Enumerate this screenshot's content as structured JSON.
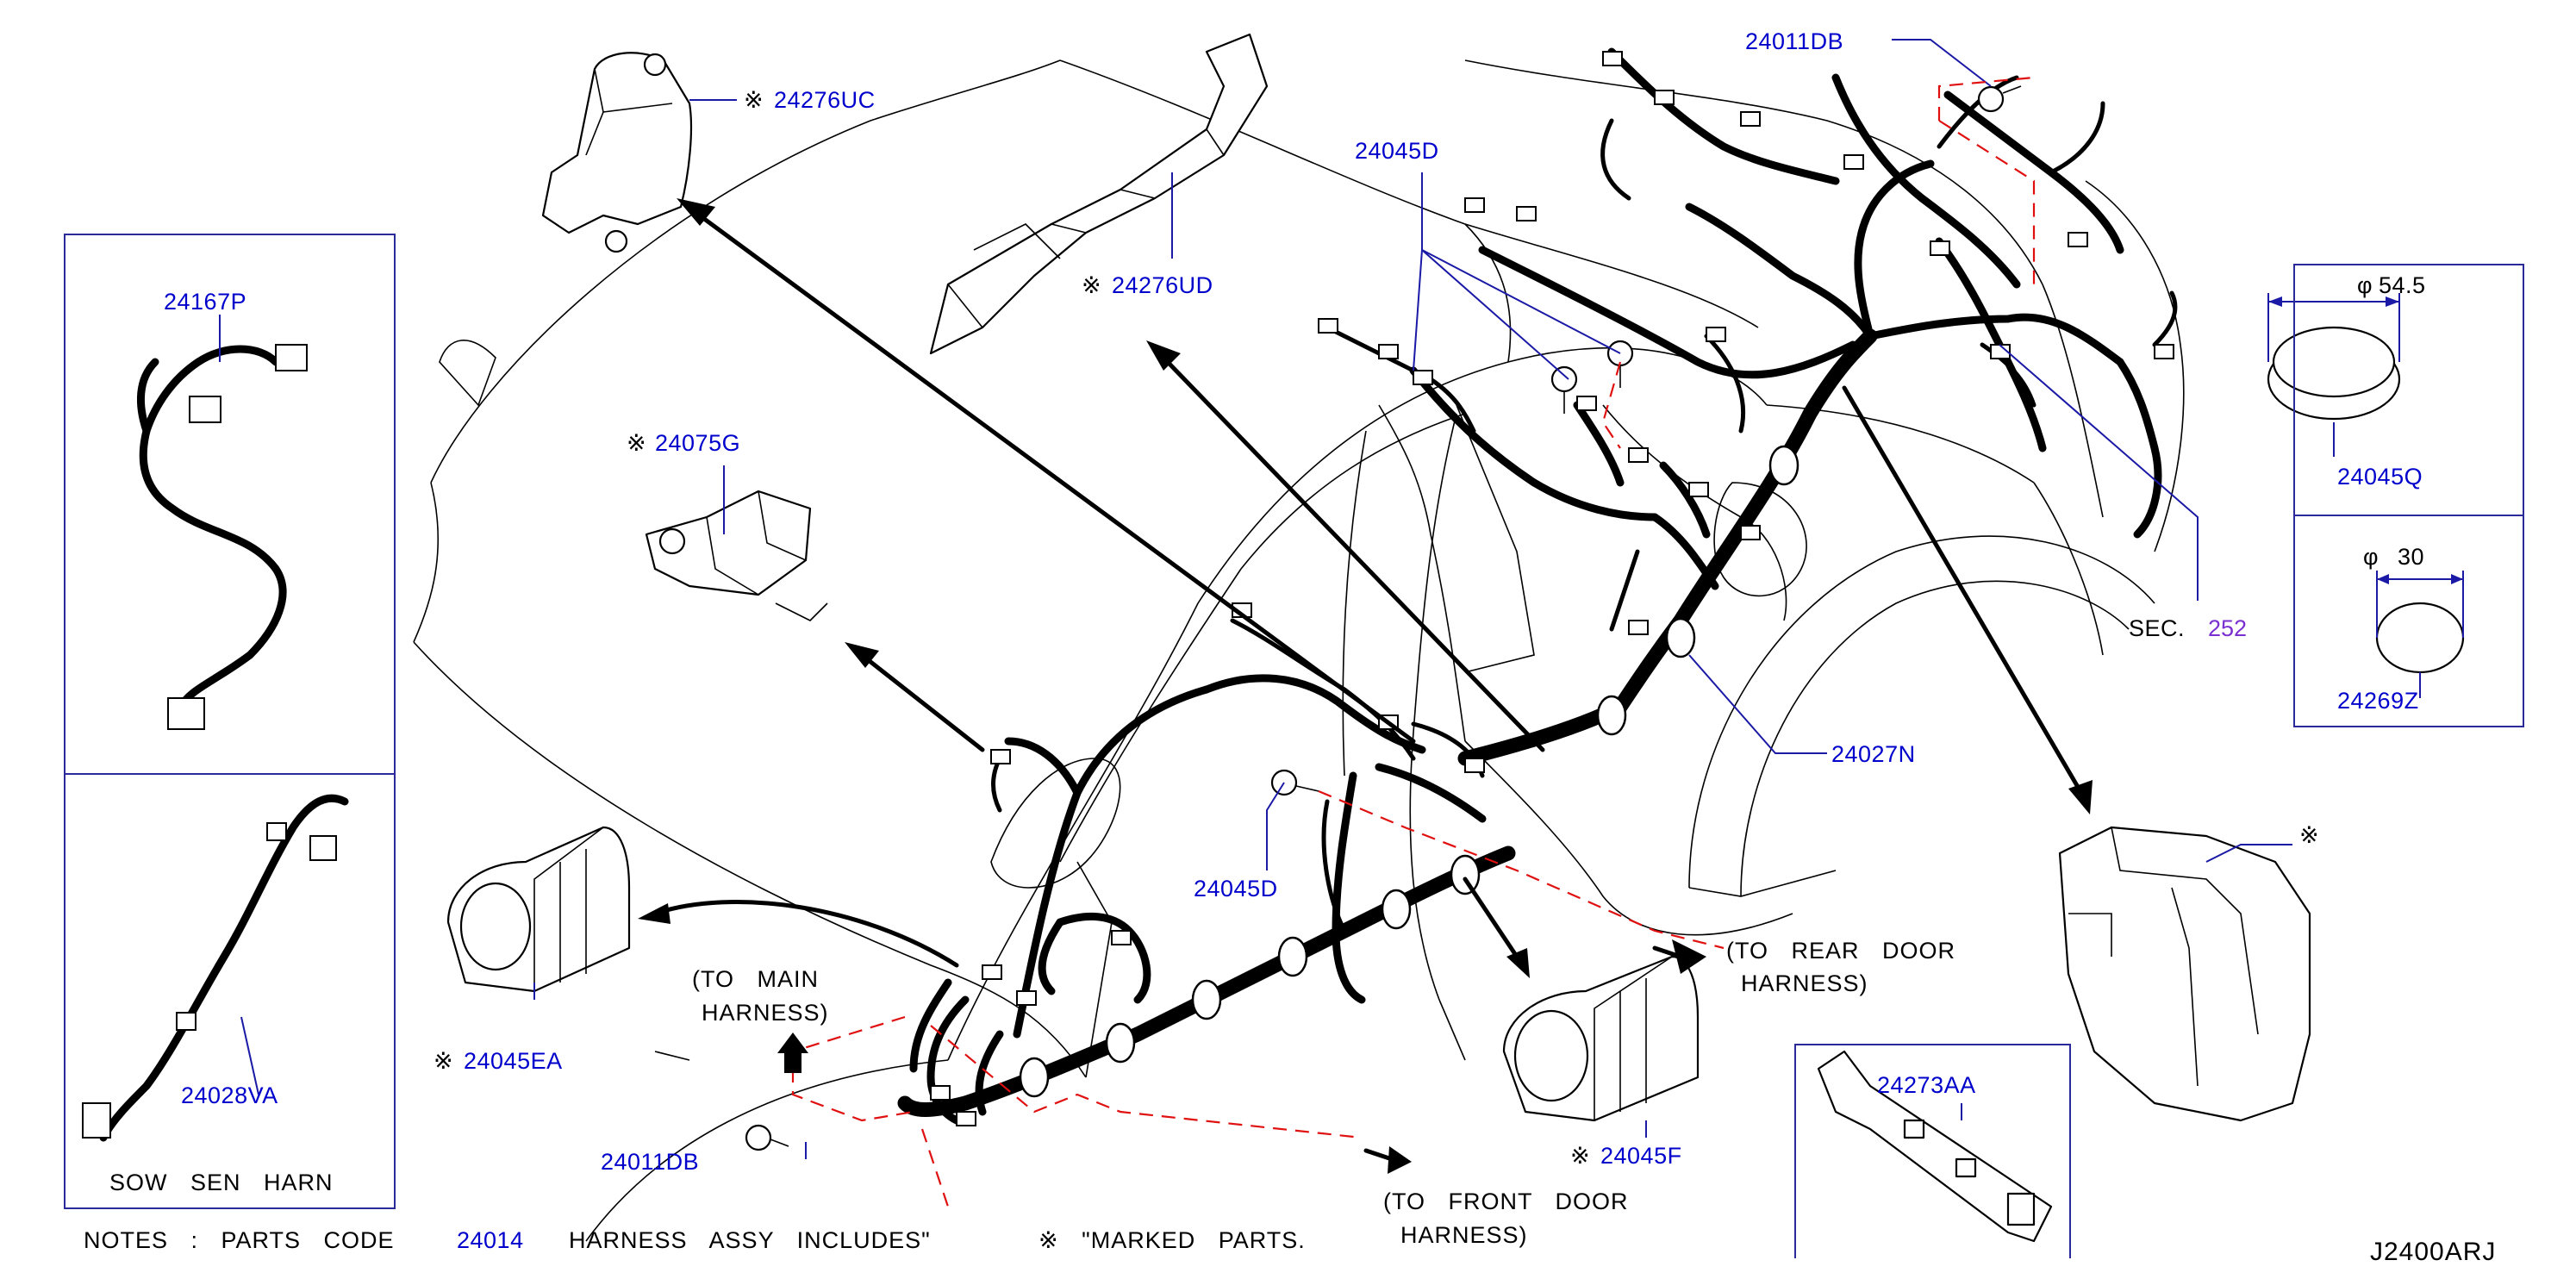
{
  "diagram_code": "J2400ARJ",
  "notes": {
    "prefix": "NOTES : PARTS CODE",
    "code": "24014",
    "middle": "HARNESS ASSY INCLUDES\"",
    "suffix": "※ \"MARKED PARTS."
  },
  "colors": {
    "part_number": "#0000cc",
    "section_link": "#7a2fd0",
    "routing_dash": "#e01010",
    "leader": "#1a1aa6"
  },
  "labels": {
    "p24276UC": {
      "mark": "※",
      "number": "24276UC"
    },
    "p24276UD": {
      "mark": "※",
      "number": "24276UD"
    },
    "p24075G": {
      "mark": "※",
      "number": "24075G"
    },
    "p24045D_top": {
      "number": "24045D"
    },
    "p24045D_mid": {
      "number": "24045D"
    },
    "p24011DB_top": {
      "number": "24011DB"
    },
    "p24011DB_bottom": {
      "number": "24011DB"
    },
    "p24027N": {
      "number": "24027N"
    },
    "p24045EA": {
      "mark": "※",
      "number": "24045EA"
    },
    "p24045F": {
      "mark": "※",
      "number": "24045F"
    },
    "p24273AA": {
      "number": "24273AA"
    },
    "p24167P": {
      "number": "24167P"
    },
    "p24028VA": {
      "number": "24028VA"
    },
    "p24045Q": {
      "number": "24045Q"
    },
    "p24269Z": {
      "number": "24269Z"
    },
    "sec252": {
      "prefix": "SEC.",
      "number": "252"
    },
    "lone_mark": {
      "mark": "※"
    }
  },
  "dimensions": {
    "d24045Q": {
      "symbol": "φ",
      "value": "54.5"
    },
    "d24269Z": {
      "symbol": "φ",
      "value": "30"
    }
  },
  "callouts": {
    "to_main": {
      "line1": "(TO MAIN",
      "line2": "HARNESS)"
    },
    "to_rear": {
      "line1": "(TO REAR DOOR",
      "line2": "HARNESS)"
    },
    "to_front": {
      "line1": "(TO FRONT DOOR",
      "line2": "HARNESS)"
    }
  },
  "inset_left": {
    "caption": "SOW SEN HARN"
  }
}
